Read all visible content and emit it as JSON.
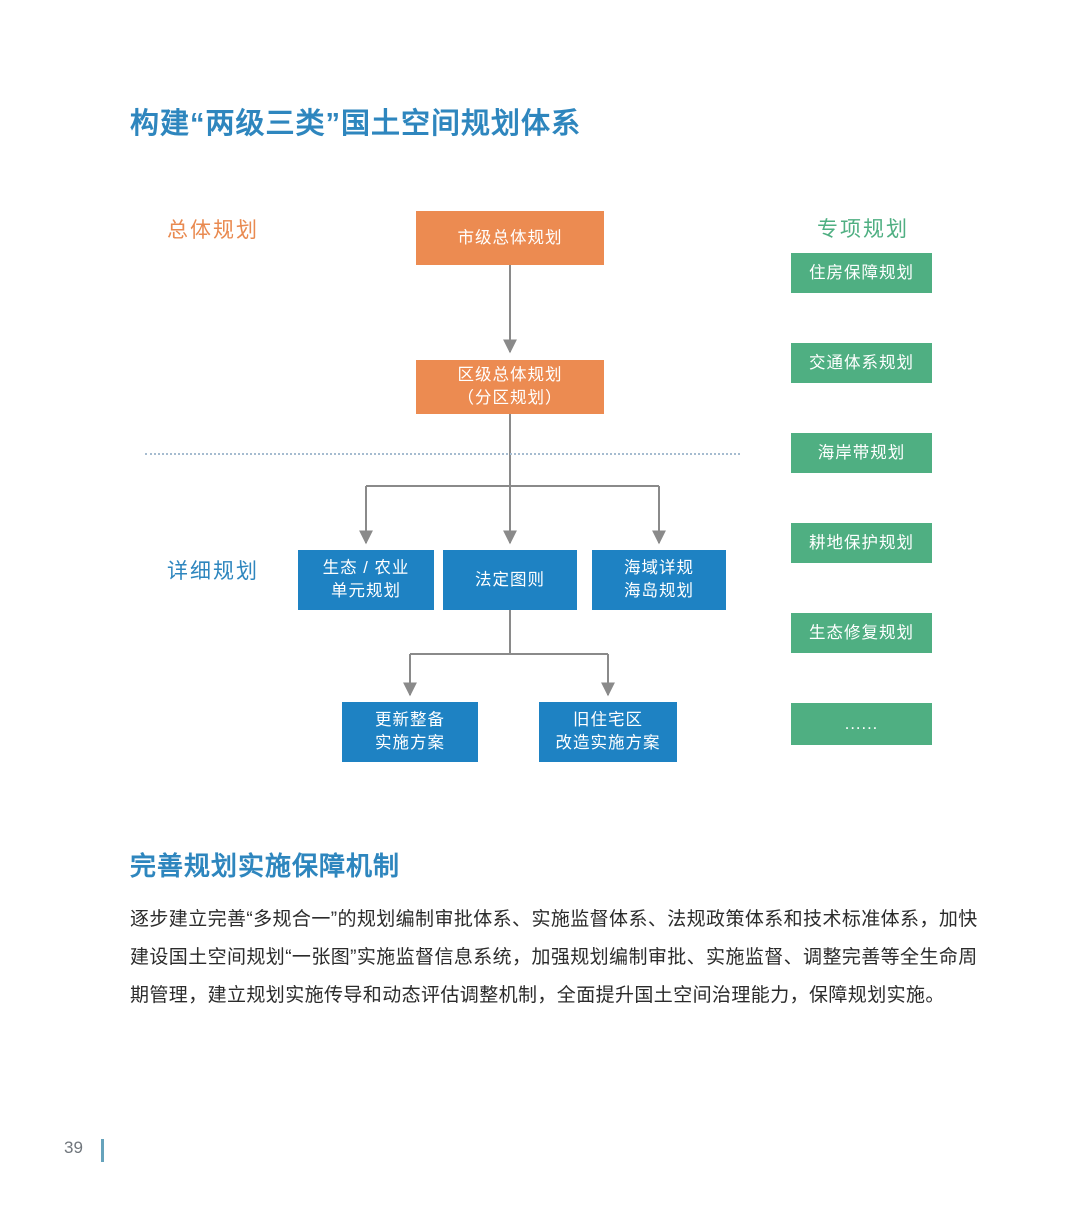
{
  "title": "构建“两级三类”国土空间规划体系",
  "diagram": {
    "labels": {
      "overall": "总体规划",
      "special": "专项规划",
      "detailed": "详细规划"
    },
    "overall_boxes": [
      {
        "label": "市级总体规划",
        "label2": ""
      },
      {
        "label": "区级总体规划",
        "label2": "（分区规划）"
      }
    ],
    "special_boxes": [
      {
        "label": "住房保障规划"
      },
      {
        "label": "交通体系规划"
      },
      {
        "label": "海岸带规划"
      },
      {
        "label": "耕地保护规划"
      },
      {
        "label": "生态修复规划"
      },
      {
        "label": "......"
      }
    ],
    "detailed_boxes": [
      {
        "line1": "生态 / 农业",
        "line2": "单元规划"
      },
      {
        "line1": "法定图则",
        "line2": ""
      },
      {
        "line1": "海域详规",
        "line2": "海岛规划"
      }
    ],
    "implementation_boxes": [
      {
        "line1": "更新整备",
        "line2": "实施方案"
      },
      {
        "line1": "旧住宅区",
        "line2": "改造实施方案"
      }
    ]
  },
  "section2": {
    "title": "完善规划实施保障机制",
    "lines": [
      "逐步建立完善“多规合一”的规划编制审批体系、实施监督体系、法规政策体系和技术标准体系，加快",
      "建设国土空间规划“一张图”实施监督信息系统，加强规划编制审批、实施监督、调整完善等全生命周",
      "期管理，建立规划实施传导和动态评估调整机制，全面提升国土空间治理能力，保障规划实施。"
    ]
  },
  "footer": {
    "page_number": "39"
  },
  "colors": {
    "title_blue": "#2E86BE",
    "orange": "#EC8B51",
    "green": "#4FAF82",
    "blue": "#1E82C3",
    "arrow_gray": "#8A8A8A",
    "dotted_line": "#A6BCD0",
    "body_text": "#2B2B2B"
  }
}
